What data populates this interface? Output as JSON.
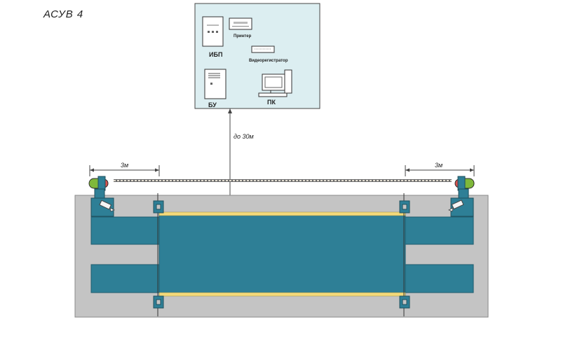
{
  "title": "АСУВ 4",
  "control_room": {
    "ups_label": "ИБП",
    "printer_label": "Принтер",
    "video_recorder_label": "Видеорегистратор",
    "control_unit_label": "БУ",
    "pc_label": "ПК"
  },
  "cable_length_label": "до 30м",
  "left_distance_label": "3м",
  "right_distance_label": "3м",
  "colors": {
    "platform": "#2e7f96",
    "pit": "#c4c4c4",
    "room": "#dceef1",
    "rail": "#f3d97a",
    "traffic_red": "#d9534f",
    "traffic_green": "#7fb83a"
  }
}
